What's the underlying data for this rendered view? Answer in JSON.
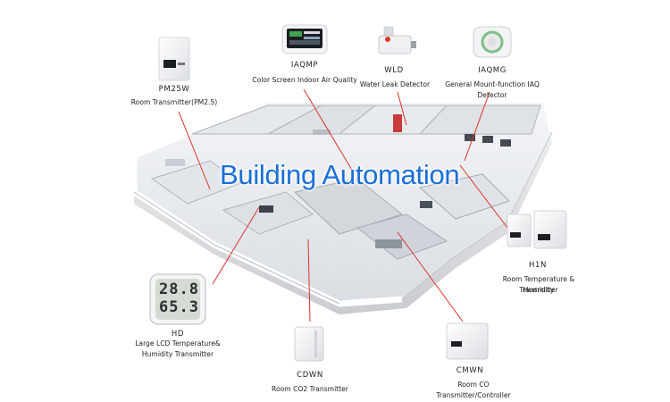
{
  "title": "Building Automation",
  "lcd": {
    "top": "28.8",
    "bottom": "65.3"
  },
  "devices": {
    "pm25w": {
      "code": "PM25W",
      "desc": "Room Transmitter(PM2.5)"
    },
    "iaqmp": {
      "code": "IAQMP",
      "desc": "Color Screen Indoor Air Quality"
    },
    "wld": {
      "code": "WLD",
      "desc": "Water Leak Detector"
    },
    "iaqmg": {
      "code": "IAQMG",
      "desc": "General Mount-function IAQ Detector"
    },
    "h1n": {
      "code": "H1N",
      "desc_line1": "Room Temperature & Humidity",
      "desc_line2": "Transmitter"
    },
    "hd": {
      "code": "HD",
      "desc_line1": "Large LCD Temperature&",
      "desc_line2": "Humidity Transmitter"
    },
    "cdwn": {
      "code": "CDWN",
      "desc": "Room CO2 Transmitter"
    },
    "cmwn": {
      "code": "CMWN",
      "desc": "Room CO Transmitter/Controller"
    }
  },
  "colors": {
    "title": "#1a6fd6",
    "connector": "#e0302a",
    "floor": "#eef1f4",
    "wall": "#ffffff"
  }
}
